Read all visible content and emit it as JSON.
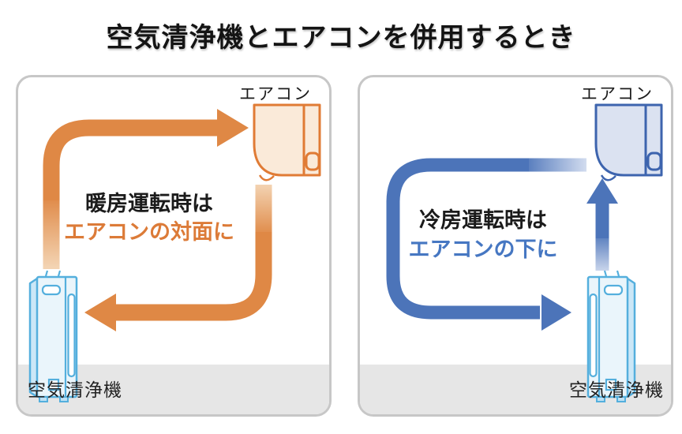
{
  "title": "空気清浄機とエアコンを併用するとき",
  "colors": {
    "heating_arrow": "#DF8845",
    "heating_ac_outline": "#E07B35",
    "heating_ac_fill": "#FAEAD9",
    "heating_caption_accent": "#DC7B38",
    "cooling_arrow": "#4C74B9",
    "cooling_ac_outline": "#3D64AE",
    "cooling_ac_fill": "#DBE2F1",
    "cooling_caption_accent": "#4677C2",
    "purifier_outline": "#54AFDD",
    "purifier_fill": "#EAF5FB",
    "floor": "#E6E6E6",
    "panel_border": "#C7C7C7"
  },
  "panels": [
    {
      "theme": "heating",
      "ac_label": "エアコン",
      "caption_line1": "暖房運転時は",
      "caption_line2": "エアコンの対面に",
      "purifier_label": "空気清浄機",
      "icons": [
        "air-conditioner-icon",
        "air-purifier-icon",
        "curved-airflow-arrow"
      ]
    },
    {
      "theme": "cooling",
      "ac_label": "エアコン",
      "caption_line1": "冷房運転時は",
      "caption_line2": "エアコンの下に",
      "purifier_label": "空気清浄機",
      "icons": [
        "air-conditioner-icon",
        "air-purifier-icon",
        "curved-airflow-arrow"
      ]
    }
  ]
}
